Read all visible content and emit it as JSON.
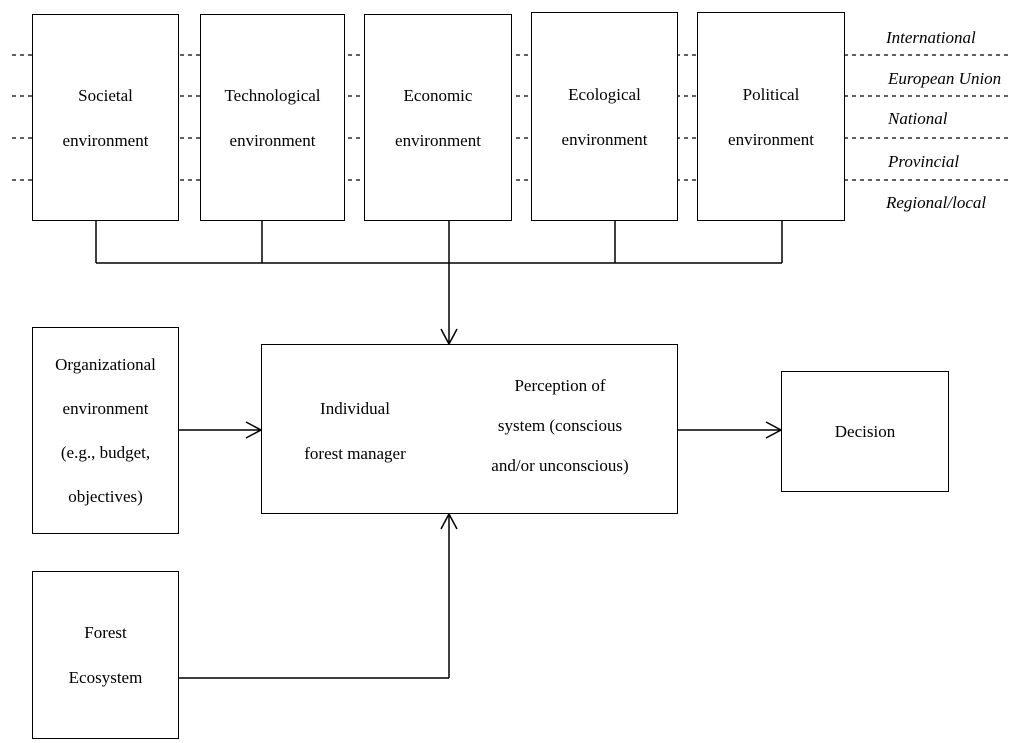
{
  "environments": [
    {
      "line1": "Societal",
      "line2": "environment"
    },
    {
      "line1": "Technological",
      "line2": "environment"
    },
    {
      "line1": "Economic",
      "line2": "environment"
    },
    {
      "line1": "Ecological",
      "line2": "environment"
    },
    {
      "line1": "Political",
      "line2": "environment"
    }
  ],
  "levels": [
    "International",
    "European Union",
    "National",
    "Provincial",
    "Regional/local"
  ],
  "organizational": {
    "line1": "Organizational",
    "line2": "environment",
    "line3": "(e.g., budget,",
    "line4": "objectives)"
  },
  "forest": {
    "line1": "Forest",
    "line2": "Ecosystem"
  },
  "manager": {
    "line1": "Individual",
    "line2": "forest manager"
  },
  "perception": {
    "line1": "Perception of",
    "line2": "system (conscious",
    "line3": "and/or unconscious)"
  },
  "decision": {
    "label": "Decision"
  }
}
